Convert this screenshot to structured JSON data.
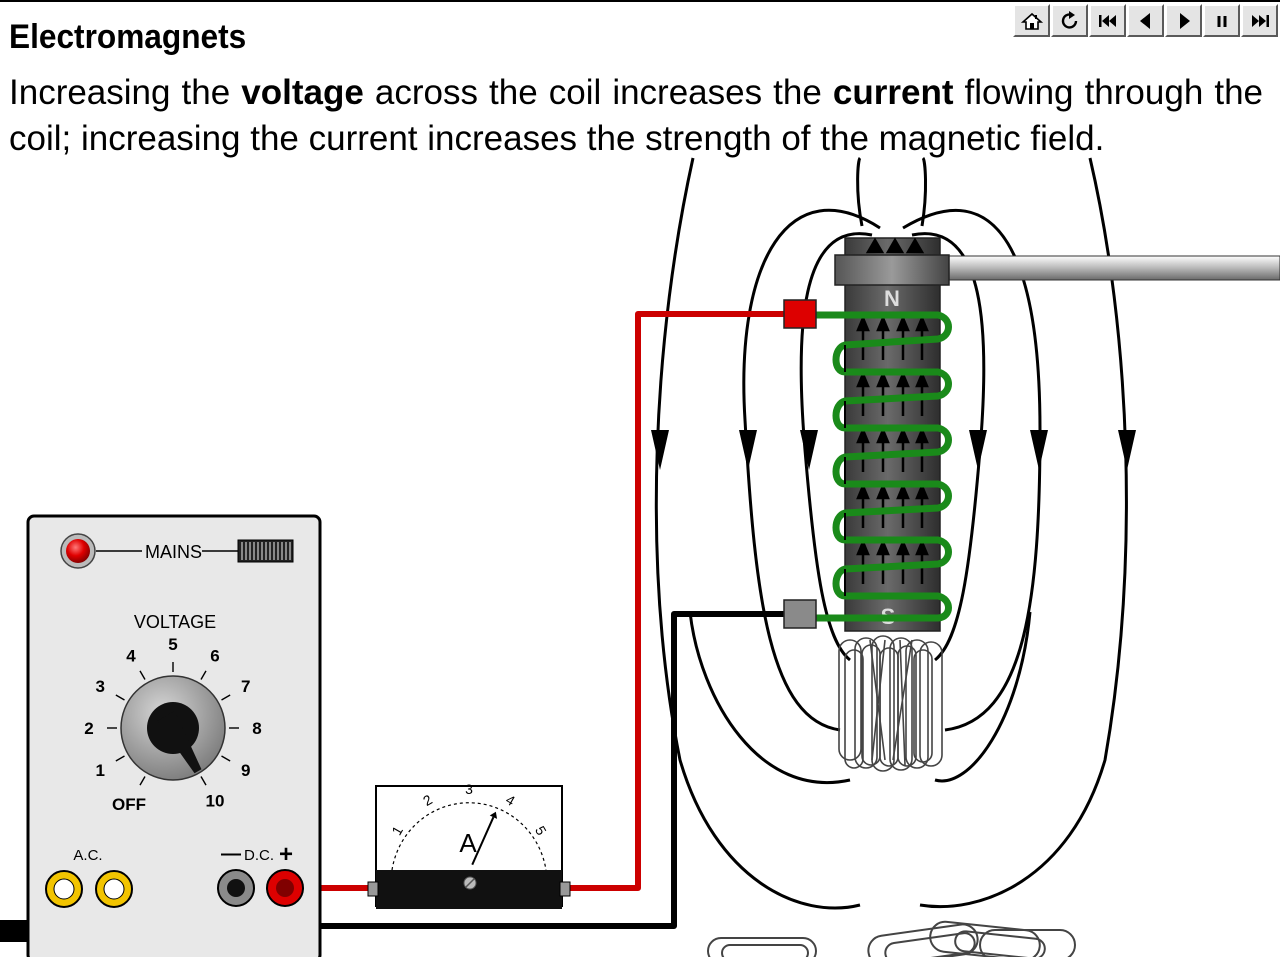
{
  "page": {
    "title": "Electromagnets",
    "description": {
      "part1": "Increasing the ",
      "bold1": "voltage",
      "part2": " across the coil increases the ",
      "bold2": "current",
      "part3": " flowing through the coil; increasing the current increases the strength of the magnetic field."
    }
  },
  "toolbar": {
    "buttons": [
      {
        "name": "home-button",
        "icon": "home-icon"
      },
      {
        "name": "replay-button",
        "icon": "replay-icon"
      },
      {
        "name": "first-button",
        "icon": "skip-back-icon"
      },
      {
        "name": "previous-button",
        "icon": "step-back-icon"
      },
      {
        "name": "next-button",
        "icon": "step-forward-icon"
      },
      {
        "name": "pause-button",
        "icon": "pause-icon"
      },
      {
        "name": "last-button",
        "icon": "skip-forward-icon"
      }
    ]
  },
  "power_supply": {
    "mains_label": "MAINS",
    "voltage_label": "VOLTAGE",
    "dial_labels": [
      "OFF",
      "1",
      "2",
      "3",
      "4",
      "5",
      "6",
      "7",
      "8",
      "9",
      "10"
    ],
    "dial_setting": 10,
    "ac_label": "A.C.",
    "dc_label": "D.C.",
    "minus_sign": "—",
    "plus_sign": "+"
  },
  "ammeter": {
    "unit_label": "A",
    "scale_labels": [
      "1",
      "2",
      "3",
      "4",
      "5"
    ],
    "reading": 3.8
  },
  "electromagnet": {
    "north_label": "N",
    "south_label": "S"
  },
  "colors": {
    "wire_positive": "#cc0000",
    "wire_negative": "#000000",
    "coil": "#1a8a1a",
    "core": "#555555",
    "terminal_yellow": "#f2c400",
    "indicator_red": "#e00000"
  }
}
